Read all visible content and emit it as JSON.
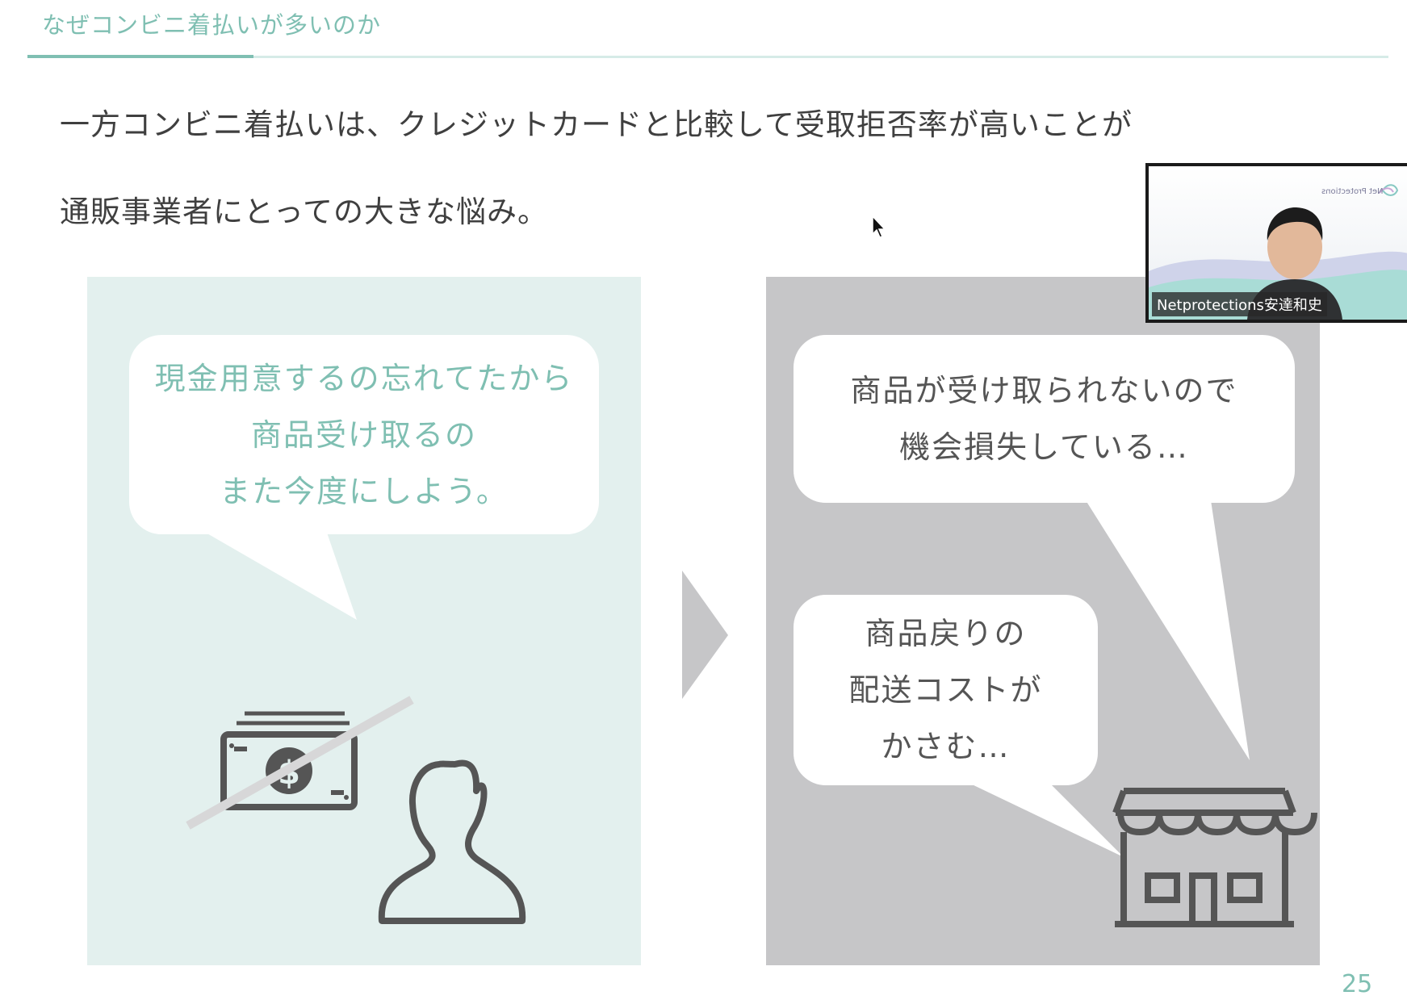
{
  "slide": {
    "section_title": "なぜコンビニ着払いが多いのか",
    "heading_line1": "一方コンビニ着払いは、クレジットカードと比較して受取拒否率が高いことが",
    "heading_line2": "通販事業者にとっての大きな悩み。",
    "page_number": "25",
    "customer_bubble": {
      "lines": [
        "現金用意するの忘れてたから",
        "商品受け取るの",
        "また今度にしよう。"
      ]
    },
    "merchant_bubbles": [
      {
        "lines": [
          "商品が受け取られないので",
          "機会損失している…"
        ]
      },
      {
        "lines": [
          "商品戻りの",
          "配送コストが",
          "かさむ…"
        ]
      }
    ],
    "icons": {
      "cash": "crossed-out-cash-icon",
      "customer": "person-silhouette-icon",
      "store": "convenience-store-icon",
      "arrow": "chevron-right-arrow-icon",
      "cursor": "mouse-pointer-icon"
    },
    "colors": {
      "accent": "#7fbfb2",
      "left_panel": "#e3f0ee",
      "right_panel": "#c6c6c8",
      "icon_gray": "#555555",
      "heading": "#3f3f3f"
    }
  },
  "video": {
    "participant_name": "Netprotections安達和史",
    "brand_text": "Net Protections"
  }
}
